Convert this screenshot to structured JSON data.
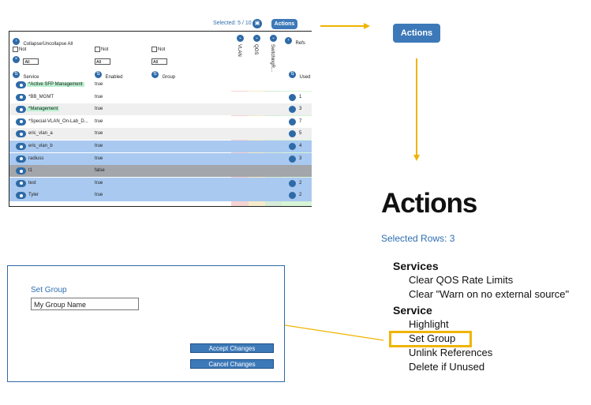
{
  "topbar": {
    "selected_text": "Selected: 5 / 10",
    "actions_label": "Actions"
  },
  "table": {
    "collapse_label": "Collapse/Uncollapse All",
    "filters": [
      {
        "not_label": "Not",
        "select_value": "All"
      },
      {
        "not_label": "Not",
        "select_value": "All"
      },
      {
        "not_label": "Not",
        "select_value": "All"
      }
    ],
    "columns": {
      "service": "Service",
      "enabled": "Enabled",
      "group": "Group",
      "vlan": "VLAN",
      "qos": "QOS",
      "switching": "SwitchingR...",
      "refs": "Refs",
      "used": "Used"
    },
    "rows": [
      {
        "service": "*Active SFP Management",
        "enabled": "true",
        "refs": "",
        "bg": "#ffffff",
        "hl": true
      },
      {
        "service": "*BB_MGMT",
        "enabled": "true",
        "refs": "1",
        "bg": "#ffffff",
        "hl": false
      },
      {
        "service": "*Management",
        "enabled": "true",
        "refs": "3",
        "bg": "#efefef",
        "hl": true
      },
      {
        "service": "*Special-VLAN_On-Lab_D...",
        "enabled": "true",
        "refs": "7",
        "bg": "#ffffff",
        "hl": false
      },
      {
        "service": "eric_vlan_a",
        "enabled": "true",
        "refs": "5",
        "bg": "#efefef",
        "hl": false
      },
      {
        "service": "eric_vlan_b",
        "enabled": "true",
        "refs": "4",
        "bg": "#a9c9f0",
        "hl": false
      },
      {
        "service": "radiuss",
        "enabled": "true",
        "refs": "3",
        "bg": "#a9c9f0",
        "hl": false
      },
      {
        "service": "t1",
        "enabled": "false",
        "refs": "",
        "bg": "#a3a6ab",
        "hl": false
      },
      {
        "service": "test",
        "enabled": "true",
        "refs": "2",
        "bg": "#a9c9f0",
        "hl": false
      },
      {
        "service": "Tyler",
        "enabled": "true",
        "refs": "2",
        "bg": "#a9c9f0",
        "hl": false
      }
    ]
  },
  "actions_button": {
    "label": "Actions"
  },
  "dialog": {
    "title": "Set Group",
    "input_value": "My Group Name",
    "accept_label": "Accept Changes",
    "cancel_label": "Cancel Changes"
  },
  "actions_menu": {
    "title": "Actions",
    "selected_rows": "Selected Rows: 3",
    "sections": [
      {
        "heading": "Services",
        "items": [
          "Clear QOS Rate Limits",
          "Clear \"Warn on no external source\""
        ]
      },
      {
        "heading": "Service",
        "items": [
          "Highlight",
          "Set Group",
          "Unlink References",
          "Delete if Unused"
        ]
      }
    ]
  },
  "colors": {
    "accent": "#3d79b8",
    "arrow": "#f0b400",
    "vlan_col": "#f6d3d3",
    "qos_col": "#f6eccb",
    "switch_col": "#d6ecd9",
    "refs_col": "#d6f5d6"
  }
}
